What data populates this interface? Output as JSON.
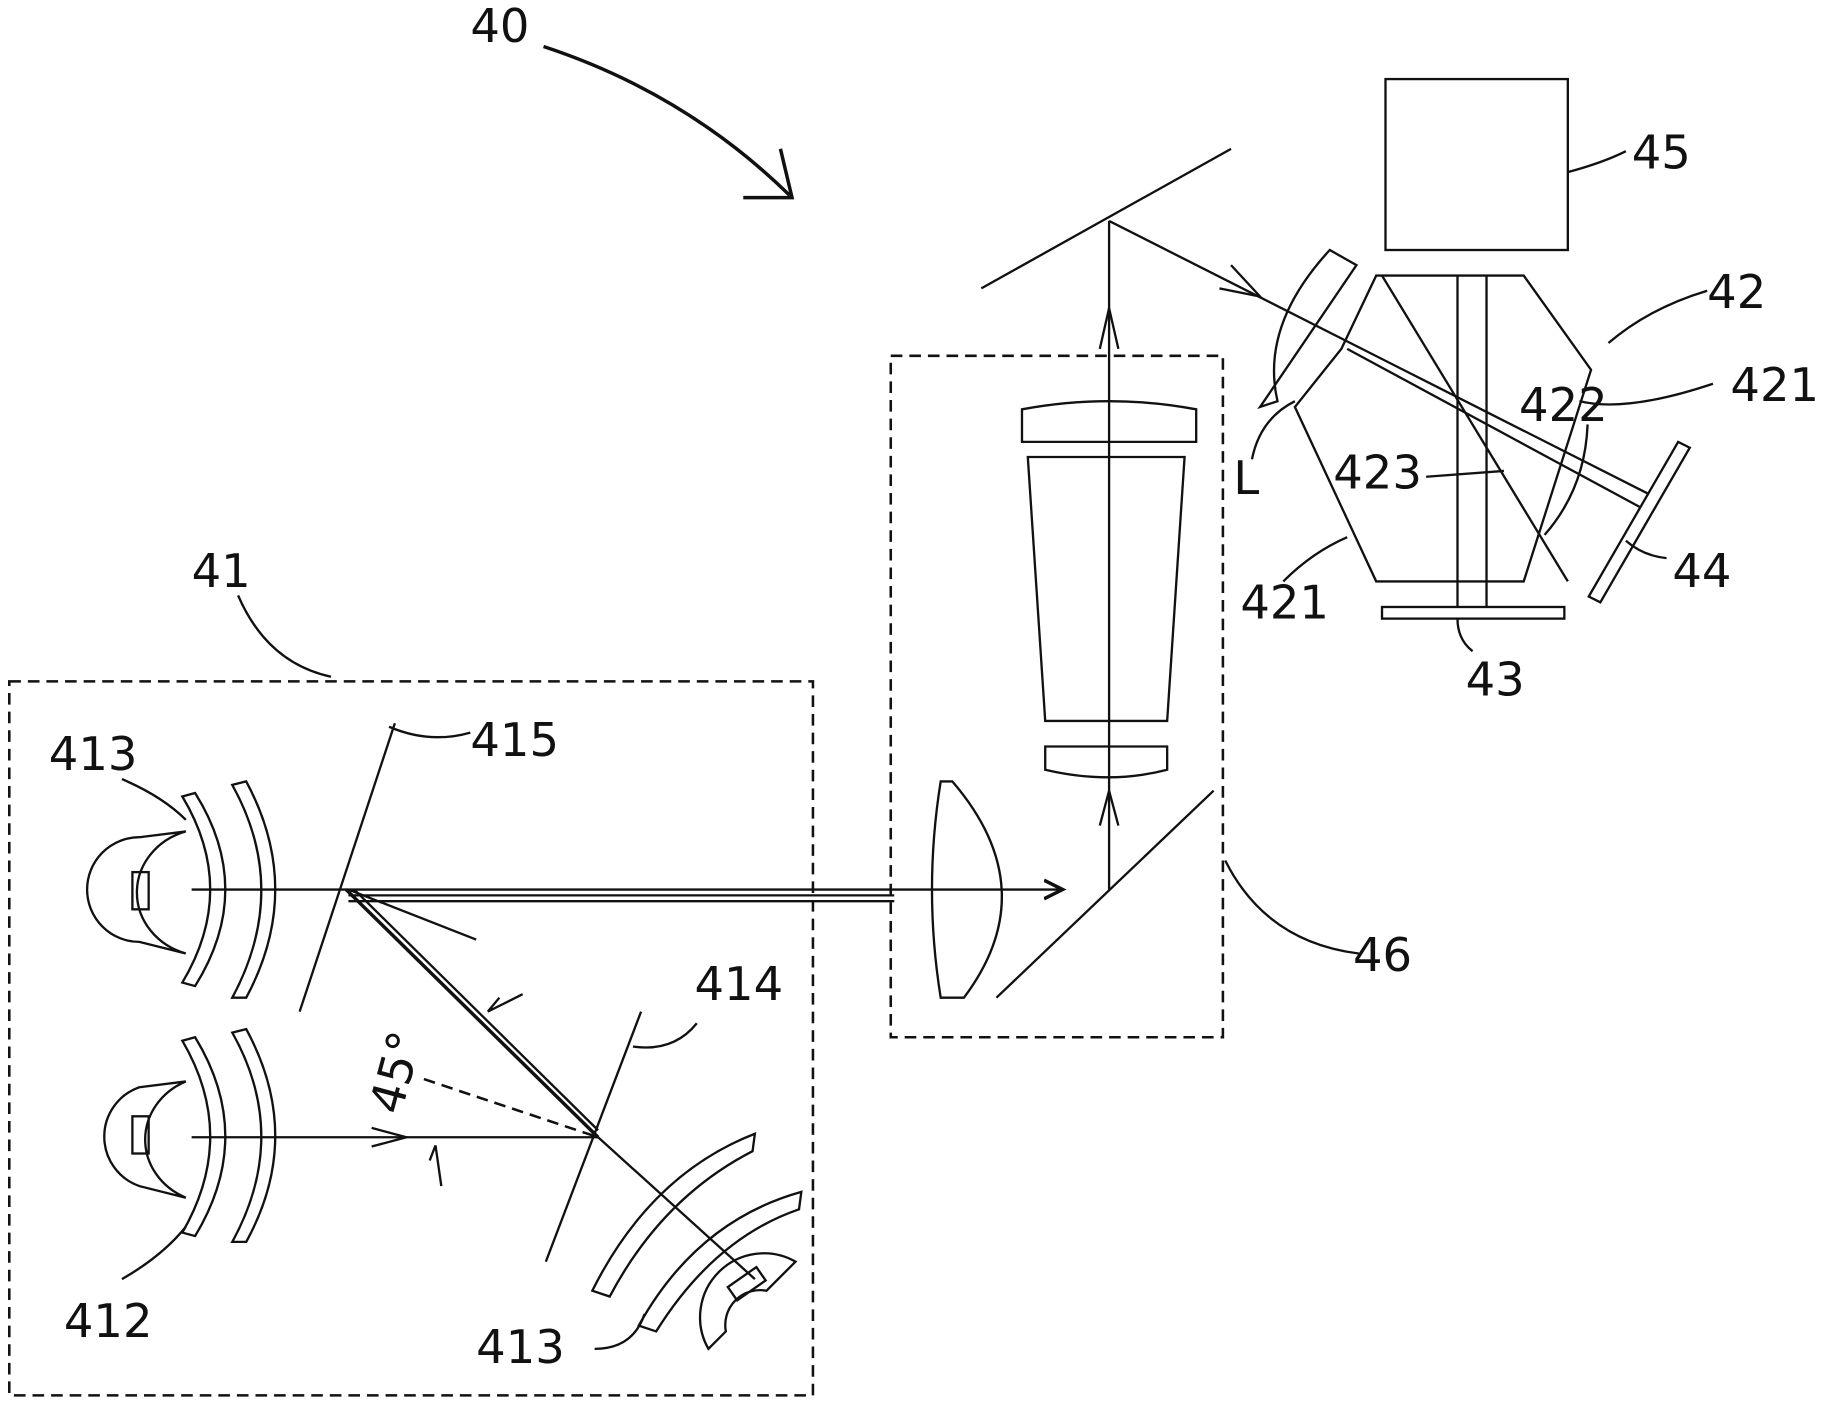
{
  "labels": {
    "system": "40",
    "light_source_module": "41",
    "prism": "42",
    "prism_face_right": "421",
    "prism_face_left": "421",
    "splitting_surface": "422",
    "beam_path": "423",
    "reflective_panel_43": "43",
    "reflective_panel_44": "44",
    "projection_unit": "45",
    "relay_module": "46",
    "lamp_top": "413",
    "lamp_bottom": "413",
    "lamp_middle": "412",
    "dichroic_mirror_414": "414",
    "dichroic_mirror_415": "415",
    "lens_l": "L",
    "angle": "45°"
  }
}
